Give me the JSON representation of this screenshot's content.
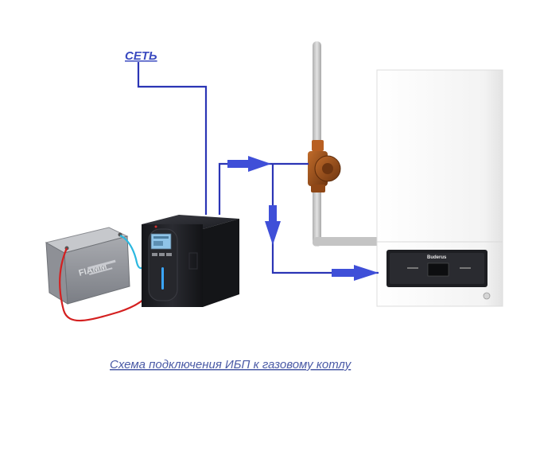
{
  "labels": {
    "mains": "СЕТЬ",
    "caption": "Схема подключения ИБП к газовому котлу"
  },
  "battery": {
    "brand": "FIAMM"
  },
  "boiler": {
    "brand": "Buderus"
  },
  "colors": {
    "power_line": "#2b35b5",
    "arrow": "#3f4fd8",
    "label_text": "#3a4ac0",
    "caption_text": "#4a5aa6",
    "battery_plus_wire": "#d42020",
    "battery_minus_wire": "#2bb8e0",
    "pipe": "#c8c8c8",
    "ups_body": "#1e1f24",
    "boiler_body": "#f6f6f6",
    "pump_body": "#a85a22"
  }
}
